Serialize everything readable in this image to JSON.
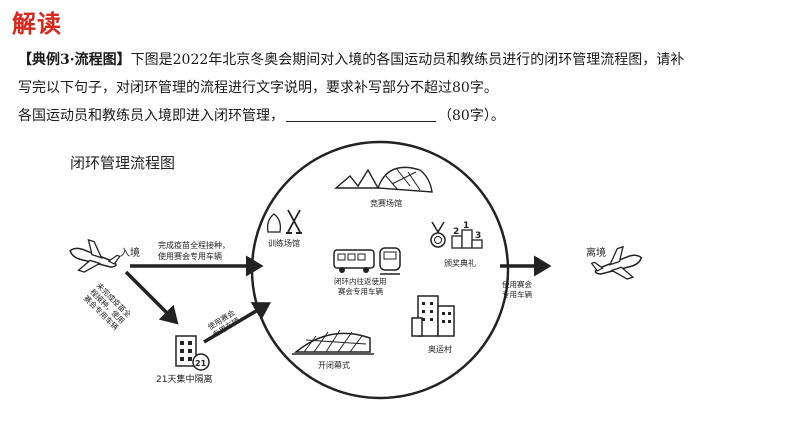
{
  "header": {
    "title": "解读"
  },
  "question": {
    "tag": "【典例3·流程图】",
    "line1_rest": "下图是2022年北京冬奥会期间对入境的各国运动员和教练员进行的闭环管理流程图，请补",
    "line2": "写完以下句子，对闭环管理的流程进行文字说明，要求补写部分不超过80字。",
    "line3_prefix": "各国运动员和教练员入境即进入闭环管理，",
    "line3_suffix": "（80字）。"
  },
  "diagram": {
    "title": "闭环管理流程图",
    "entry_label": "入境",
    "arrow_top_label_1": "完成疫苗全程接种，",
    "arrow_top_label_2": "使用赛会专用车辆",
    "diag_label_1": "未完成疫苗全",
    "diag_label_2": "程接种，使用",
    "diag_label_3": "赛会专用车辆",
    "quarantine_label": "21天集中隔离",
    "quarantine_number": "21",
    "up_arrow_label_1": "使用赛会",
    "up_arrow_label_2": "专用车辆",
    "venues": {
      "competition": "竞赛场馆",
      "training": "训练场馆",
      "award": "颁奖典礼",
      "shuttle_1": "闭环内往返使用",
      "shuttle_2": "赛会专用车辆",
      "village": "奥运村",
      "ceremony": "开闭幕式"
    },
    "exit_arrow_label_1": "使用赛会",
    "exit_arrow_label_2": "专用车辆",
    "exit_label": "离境",
    "podium_numbers": [
      "2",
      "1",
      "3"
    ]
  }
}
